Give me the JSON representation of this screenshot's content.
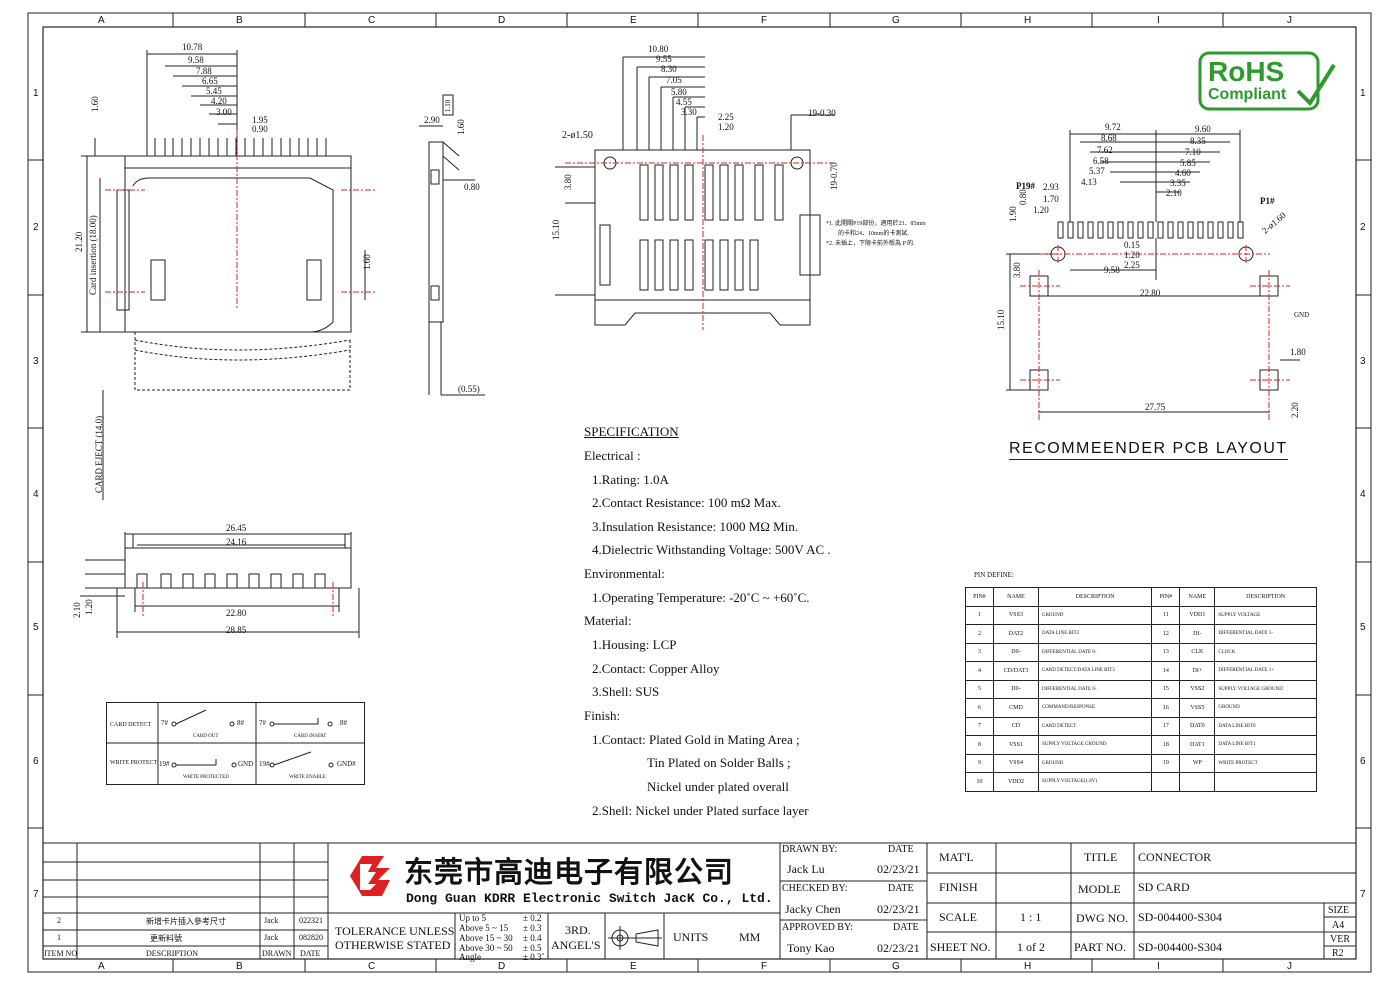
{
  "grid": {
    "letters": [
      "A",
      "B",
      "C",
      "D",
      "E",
      "F",
      "G",
      "H",
      "I",
      "J"
    ],
    "numbers": [
      "1",
      "2",
      "3",
      "4",
      "5",
      "6",
      "7"
    ]
  },
  "top_view_dims": [
    "10.78",
    "9.58",
    "7.88",
    "6.65",
    "5.45",
    "4.20",
    "3.00",
    "1.95",
    "0.90",
    "1.60",
    "21.20",
    "Card insertion (18.00)",
    "1.60",
    "CARD EJECT (14.0)"
  ],
  "side_view_dims": [
    "2.90",
    "1.60",
    "0.80",
    "(0.55)",
    "1.10"
  ],
  "bottom_view_dims": [
    "10.80",
    "9.55",
    "8.30",
    "7.05",
    "5.80",
    "4.55",
    "3.30",
    "2.25",
    "1.20",
    "19-0.30",
    "2-ø1.50",
    "3.80",
    "15.10",
    "19-0.70"
  ],
  "bottom_view_notes": [
    "*1. 此開關P19部份，適用於23．85mm",
    "的卡和24．10mm的卡測試.",
    "*2. 未插上，下限卡前外殼為 P 的."
  ],
  "front_view_dims": [
    "26.45",
    "24.16",
    "22.80",
    "28.85",
    "2.10",
    "1.20"
  ],
  "switch_table": {
    "card_detect": "CARD DETECT",
    "write_protect": "WRITE PROTECT",
    "card_out": "CARD OUT",
    "card_insert": "CARD INSERT",
    "write_protected": "WRITE PROTECTED",
    "write_enable": "WRITE ENABLE",
    "p7": "7#",
    "p8": "8#",
    "p19": "19#",
    "gnd": "GND",
    "gnd2": "GND#"
  },
  "rohs": {
    "line1": "RoHS",
    "line2": "Compliant"
  },
  "pcb_layout": {
    "title": "RECOMMEENDER PCB LAYOUT",
    "dims_left": [
      "9.72",
      "8.68",
      "7.62",
      "6.58",
      "5.37",
      "4.13",
      "2.93",
      "1.70",
      "1.20",
      "0.80",
      "1.90"
    ],
    "dims_right": [
      "9.60",
      "8.35",
      "7.10",
      "5.85",
      "4.60",
      "3.35",
      "2.10"
    ],
    "dims_other": [
      "0.15",
      "1.20",
      "2.25",
      "9.58",
      "22.80",
      "3.80",
      "15.10",
      "27.75",
      "1.80",
      "2.20",
      "2-ø1.60",
      "GND",
      "P19#",
      "P1#"
    ]
  },
  "specification": {
    "title": "SPECIFICATION",
    "lines": [
      "Electrical :",
      "1.Rating: 1.0A",
      "2.Contact Resistance: 100 mΩ Max.",
      "3.Insulation Resistance: 1000 MΩ Min.",
      "4.Dielectric Withstanding Voltage: 500V AC .",
      "Environmental:",
      "1.Operating Temperature: -20˚C ~ +60˚C.",
      "Material:",
      "1.Housing: LCP",
      "2.Contact: Copper Alloy",
      "3.Shell: SUS",
      "Finish:",
      "1.Contact: Plated Gold in Mating Area ;",
      "Tin Plated on Solder Balls ;",
      "Nickel under plated overall",
      "2.Shell: Nickel under Plated surface layer"
    ]
  },
  "pin_define": {
    "label": "PIN DEFINE:",
    "headers": [
      "PIN#",
      "NAME",
      "DESCRIPTION",
      "PIN#",
      "NAME",
      "DESCRIPTION"
    ],
    "rows": [
      [
        "1",
        "VSS3",
        "GROUND",
        "11",
        "VDD1",
        "SUPPLY VOLTAGE"
      ],
      [
        "2",
        "DAT2",
        "DATA LINE BIT2",
        "12",
        "DI-",
        "DIFFERENTIAL DATE 1-"
      ],
      [
        "3",
        "D0-",
        "DIFFERENTIAL DATE 0-",
        "13",
        "CLK",
        "CLOCK"
      ],
      [
        "4",
        "CD/DAT3",
        "CARD DETECT/DATA LINE BIT3",
        "14",
        "DI+",
        "DIFFERENTIAL DATE 1+"
      ],
      [
        "5",
        "D0-",
        "DIFFERENTIAL DATE 0-",
        "15",
        "VSS2",
        "SUPPLY VOLTAGE GROUND"
      ],
      [
        "6",
        "CMD",
        "COMMAND/RESPONSE",
        "16",
        "VSS5",
        "GROUND"
      ],
      [
        "7",
        "CD",
        "CARD DETECT",
        "17",
        "DAT0",
        "DATA LINE BIT0"
      ],
      [
        "8",
        "VSS1",
        "SUPPLY VOLTAGE GROUND",
        "18",
        "DAT1",
        "DATA LINE BIT1"
      ],
      [
        "9",
        "VSS4",
        "GROUND",
        "19",
        "WP",
        "WRITE PROTECT"
      ],
      [
        "10",
        "VDD2",
        "SUPPLY VOLTAGE(1.8V)",
        "",
        "",
        " "
      ]
    ]
  },
  "title_block": {
    "revisions": [
      {
        "rev": "2",
        "desc": "新增卡片插入參考尺寸",
        "by": "Jack",
        "date": "022321"
      },
      {
        "rev": "1",
        "desc": "更新料號",
        "by": "Jack",
        "date": "082820"
      }
    ],
    "rev_headers": {
      "item": "ITEM NO",
      "desc": "DESCRIPTION",
      "drawn": "DRAWN",
      "date": "DATE"
    },
    "company_cn": "东莞市高迪电子有限公司",
    "company_en": "Dong Guan KDRR  Electronic Switch JacK Co., Ltd.",
    "tolerance_1": "TOLERANCE UNLESS",
    "tolerance_2": "OTHERWISE STATED :",
    "tol_ranges": [
      "Up  to  5",
      "Above 5  ~ 15",
      "Above 15 ~ 30",
      "Above 30 ~ 50",
      "Angle"
    ],
    "tol_values": [
      "± 0.2",
      "± 0.3",
      "± 0.4",
      "± 0.5",
      "± 0.3˚"
    ],
    "angle_1": "3RD.",
    "angle_2": "ANGEL'S",
    "units_label": "UNITS",
    "units_value": "MM",
    "drawn_by_label": "DRAWN BY:",
    "drawn_by": "Jack  Lu",
    "checked_by_label": "CHECKED BY:",
    "checked_by": "Jacky Chen",
    "approved_by_label": "APPROVED BY:",
    "approved_by": "Tony Kao",
    "date_label": "DATE",
    "date_value": "02/23/21",
    "matl_label": "MAT'L",
    "finish_label": "FINISH",
    "scale_label": "SCALE",
    "scale_value": "1 : 1",
    "sheet_label": "SHEET NO.",
    "sheet_value": "1 of 2",
    "title_label": "TITLE",
    "title_value": "CONNECTOR",
    "model_label": "MODLE",
    "model_value": "SD CARD",
    "dwg_label": "DWG NO.",
    "dwg_value": "SD-004400-S304",
    "part_label": "PART NO.",
    "part_value": "SD-004400-S304",
    "size_label": "SIZE",
    "size_value": "A4",
    "ver_label": "VER",
    "ver_value": "R2"
  }
}
